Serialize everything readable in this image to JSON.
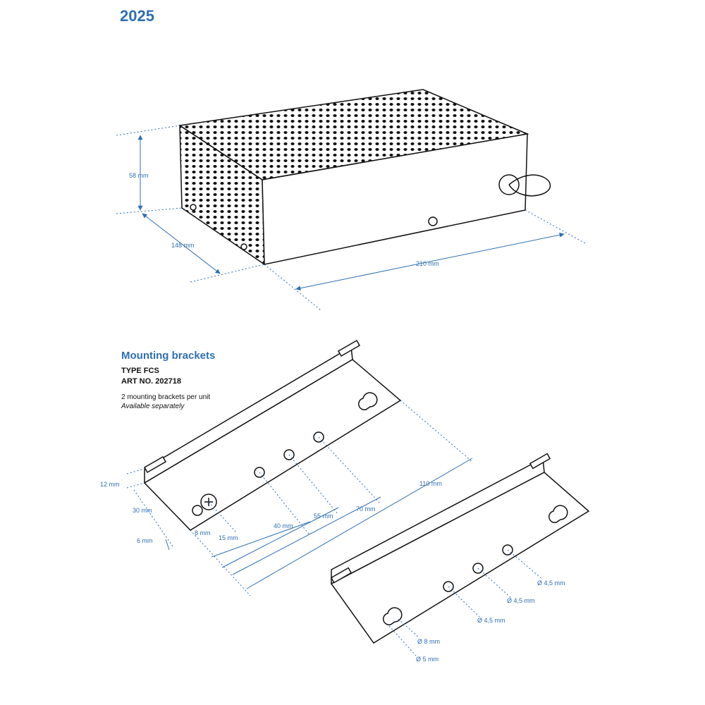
{
  "header": {
    "year": "2025"
  },
  "unit_dimensions": {
    "height": "58 mm",
    "depth": "148 mm",
    "length": "210 mm"
  },
  "brackets": {
    "title": "Mounting brackets",
    "type": "TYPE FCS",
    "art_no": "ART NO. 202718",
    "note": "2 mounting brackets per unit",
    "availability": "Available separately",
    "dimensions": {
      "flange": "12 mm",
      "width": "30 mm",
      "edge": "6 mm",
      "d8": "8 mm",
      "d15": "15 mm",
      "d40": "40 mm",
      "d55": "55 mm",
      "d70": "70 mm",
      "d110": "110 mm"
    },
    "holes": {
      "h1": "Ø 4,5 mm",
      "h2": "Ø 4,5 mm",
      "h3": "Ø 4,5 mm",
      "keyhole_large": "Ø 8 mm",
      "keyhole_small": "Ø 5 mm"
    }
  },
  "colors": {
    "accent": "#2f6fb3"
  }
}
